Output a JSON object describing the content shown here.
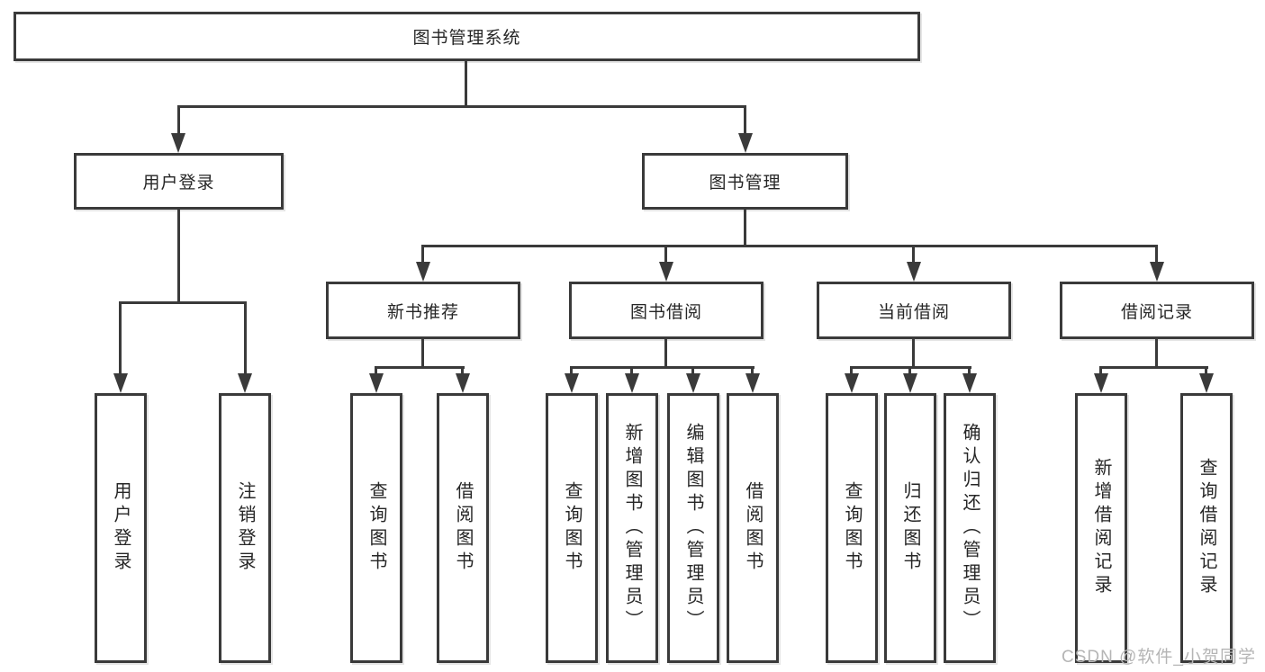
{
  "diagram_title": "图书管理系统",
  "colors": {
    "line": "#3a3a3a",
    "text": "#262626",
    "box_background": "#ffffff",
    "page_background": "#ffffff",
    "watermark": "#b5b5b5"
  },
  "watermark": {
    "text": "CSDN @软件_小贺同学"
  },
  "tree": {
    "root": {
      "label": "图书管理系统"
    },
    "branches": [
      {
        "label": "用户登录",
        "children": [
          {
            "label": "用户登录"
          },
          {
            "label": "注销登录"
          }
        ]
      },
      {
        "label": "图书管理",
        "children": [
          {
            "label": "新书推荐",
            "children": [
              {
                "label": "查询图书"
              },
              {
                "label": "借阅图书"
              }
            ]
          },
          {
            "label": "图书借阅",
            "children": [
              {
                "label": "查询图书"
              },
              {
                "label": "新增图书（管理员）"
              },
              {
                "label": "编辑图书（管理员）"
              },
              {
                "label": "借阅图书"
              }
            ]
          },
          {
            "label": "当前借阅",
            "children": [
              {
                "label": "查询图书"
              },
              {
                "label": "归还图书"
              },
              {
                "label": "确认归还（管理员）"
              }
            ]
          },
          {
            "label": "借阅记录",
            "children": [
              {
                "label": "新增借阅记录"
              },
              {
                "label": "查询借阅记录"
              }
            ]
          }
        ]
      }
    ]
  }
}
